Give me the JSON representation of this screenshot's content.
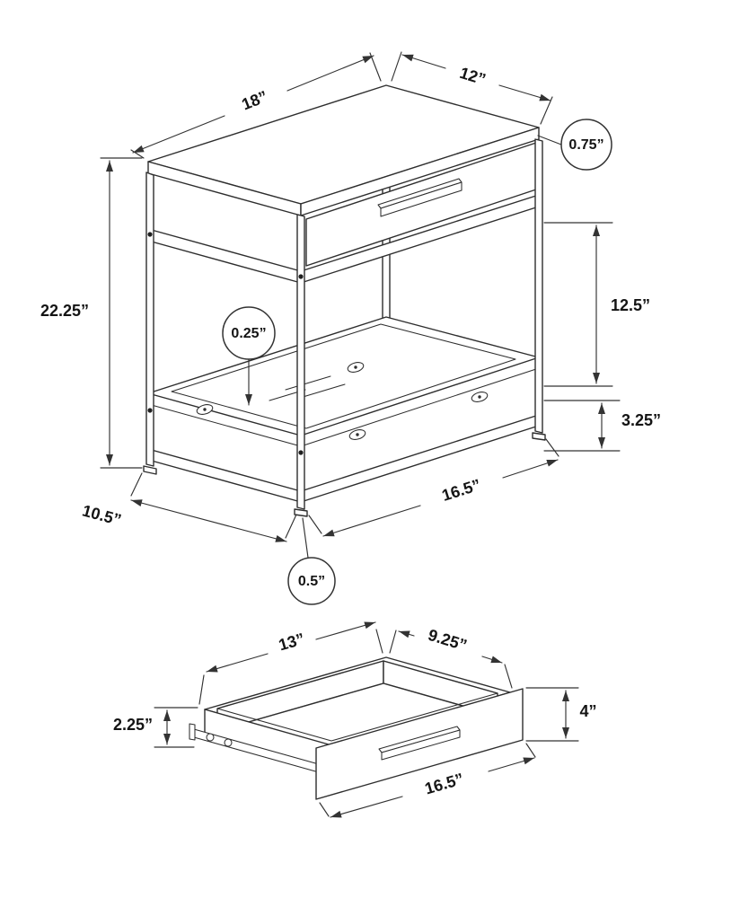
{
  "colors": {
    "line": "#2e2e2e",
    "dimension": "#333333",
    "text": "#141414",
    "background": "#ffffff"
  },
  "table": {
    "top_width": "18”",
    "top_depth": "12”",
    "top_thickness": "0.75”",
    "height": "22.25”",
    "clearance": "12.5”",
    "shelf_height": "3.25”",
    "glass_thickness": "0.25”",
    "base_depth": "10.5”",
    "base_width": "16.5”",
    "foot": "0.5”"
  },
  "drawer": {
    "width": "13”",
    "depth": "9.25”",
    "side_height": "2.25”",
    "front_height": "4”",
    "front_width": "16.5”"
  }
}
